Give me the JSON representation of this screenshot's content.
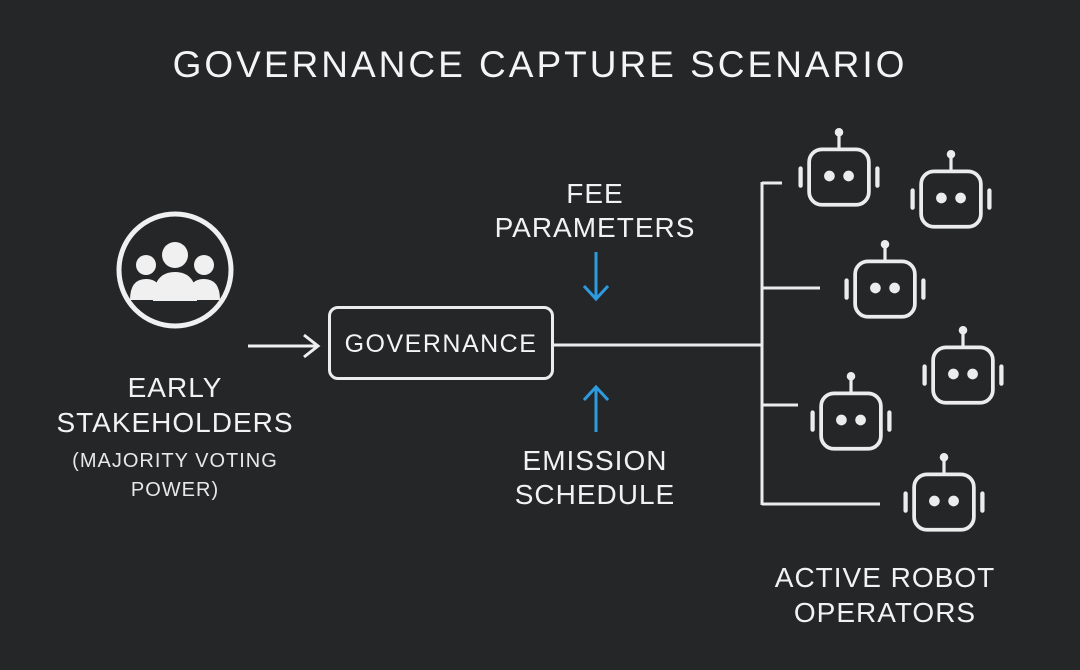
{
  "title": "GOVERNANCE CAPTURE SCENARIO",
  "stakeholders": {
    "icon": "users-group-icon",
    "label_line1": "EARLY",
    "label_line2": "STAKEHOLDERS",
    "note_line1": "(MAJORITY VOTING",
    "note_line2": "POWER)"
  },
  "governance": {
    "label": "GOVERNANCE"
  },
  "inputs": {
    "fee": {
      "line1": "FEE",
      "line2": "PARAMETERS",
      "arrow": "arrow-down-icon"
    },
    "emission": {
      "line1": "EMISSION",
      "line2": "SCHEDULE",
      "arrow": "arrow-up-icon"
    }
  },
  "operators": {
    "label_line1": "ACTIVE ROBOT",
    "label_line2": "OPERATORS",
    "robot_icon": "robot-icon",
    "robot_count": 6
  },
  "colors": {
    "background": "#252628",
    "foreground": "#f2f2f2",
    "accent": "#2e9be0"
  }
}
